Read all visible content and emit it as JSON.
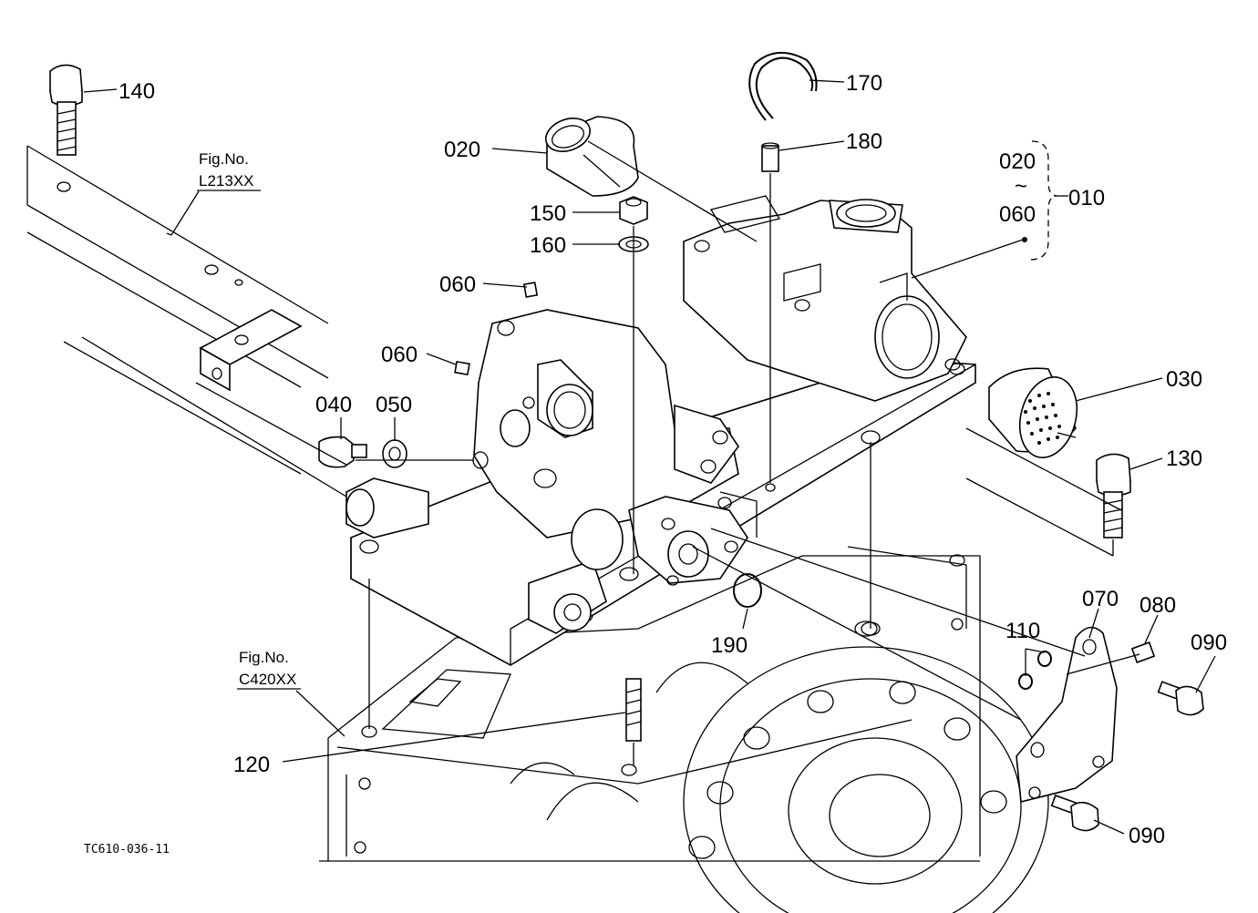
{
  "diagram_code": "TC610-036-11",
  "figure_refs": [
    {
      "caption": "Fig.No.",
      "number": "L213XX"
    },
    {
      "caption": "Fig.No.",
      "number": "C420XX"
    }
  ],
  "callouts": {
    "p010": "010",
    "p020a": "020",
    "p020b": "020",
    "p030": "030",
    "p040": "040",
    "p050": "050",
    "p060a": "060",
    "p060b": "060",
    "p060c": "060",
    "p070": "070",
    "p080": "080",
    "p090a": "090",
    "p090b": "090",
    "p110": "110",
    "p120": "120",
    "p130": "130",
    "p140": "140",
    "p150": "150",
    "p160": "160",
    "p170": "170",
    "p180": "180",
    "p190": "190"
  },
  "range_marker": "~"
}
